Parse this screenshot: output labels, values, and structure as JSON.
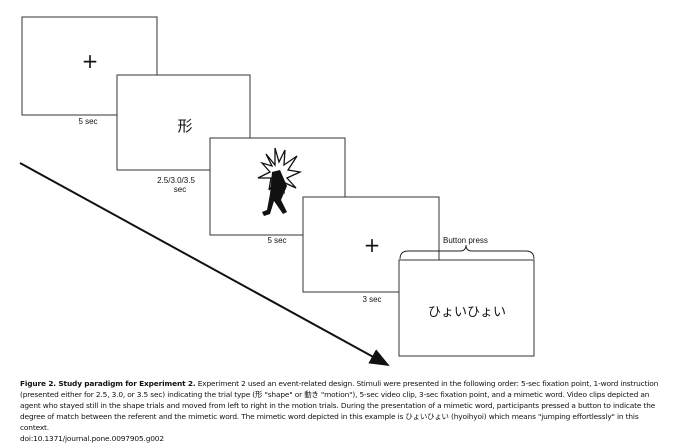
{
  "figure": {
    "frames": [
      {
        "stimulus": "+",
        "duration": "5 sec"
      },
      {
        "stimulus": "形",
        "duration_line1": "2.5/3.0/3.5",
        "duration_line2": "sec"
      },
      {
        "stimulus_icon": "jumping-agent-icon",
        "duration": "5 sec"
      },
      {
        "stimulus": "+",
        "duration": "3 sec"
      },
      {
        "stimulus": "ひょいひょい"
      }
    ],
    "button_press_label": "Button press"
  },
  "caption": {
    "title": "Figure 2. Study paradigm for Experiment 2.",
    "body": " Experiment 2 used an event-related design. Stimuli were presented in the following order: 5-sec fixation point, 1-word instruction (presented either for 2.5, 3.0, or 3.5 sec) indicating the trial type (形 \"shape\" or 動き \"motion\"), 5-sec video clip, 3-sec fixation point, and a mimetic word. Video clips depicted an agent who stayed still in the shape trials and moved from left to right in the motion trials. During the presentation of a mimetic word, participants pressed a button to indicate the degree of match between the referent and the mimetic word. The mimetic word depicted in this example is ひょいひょい (hyoihyoi) which means \"jumping effortlessly\" in this context.",
    "doi": "doi:10.1371/journal.pone.0097905.g002"
  }
}
